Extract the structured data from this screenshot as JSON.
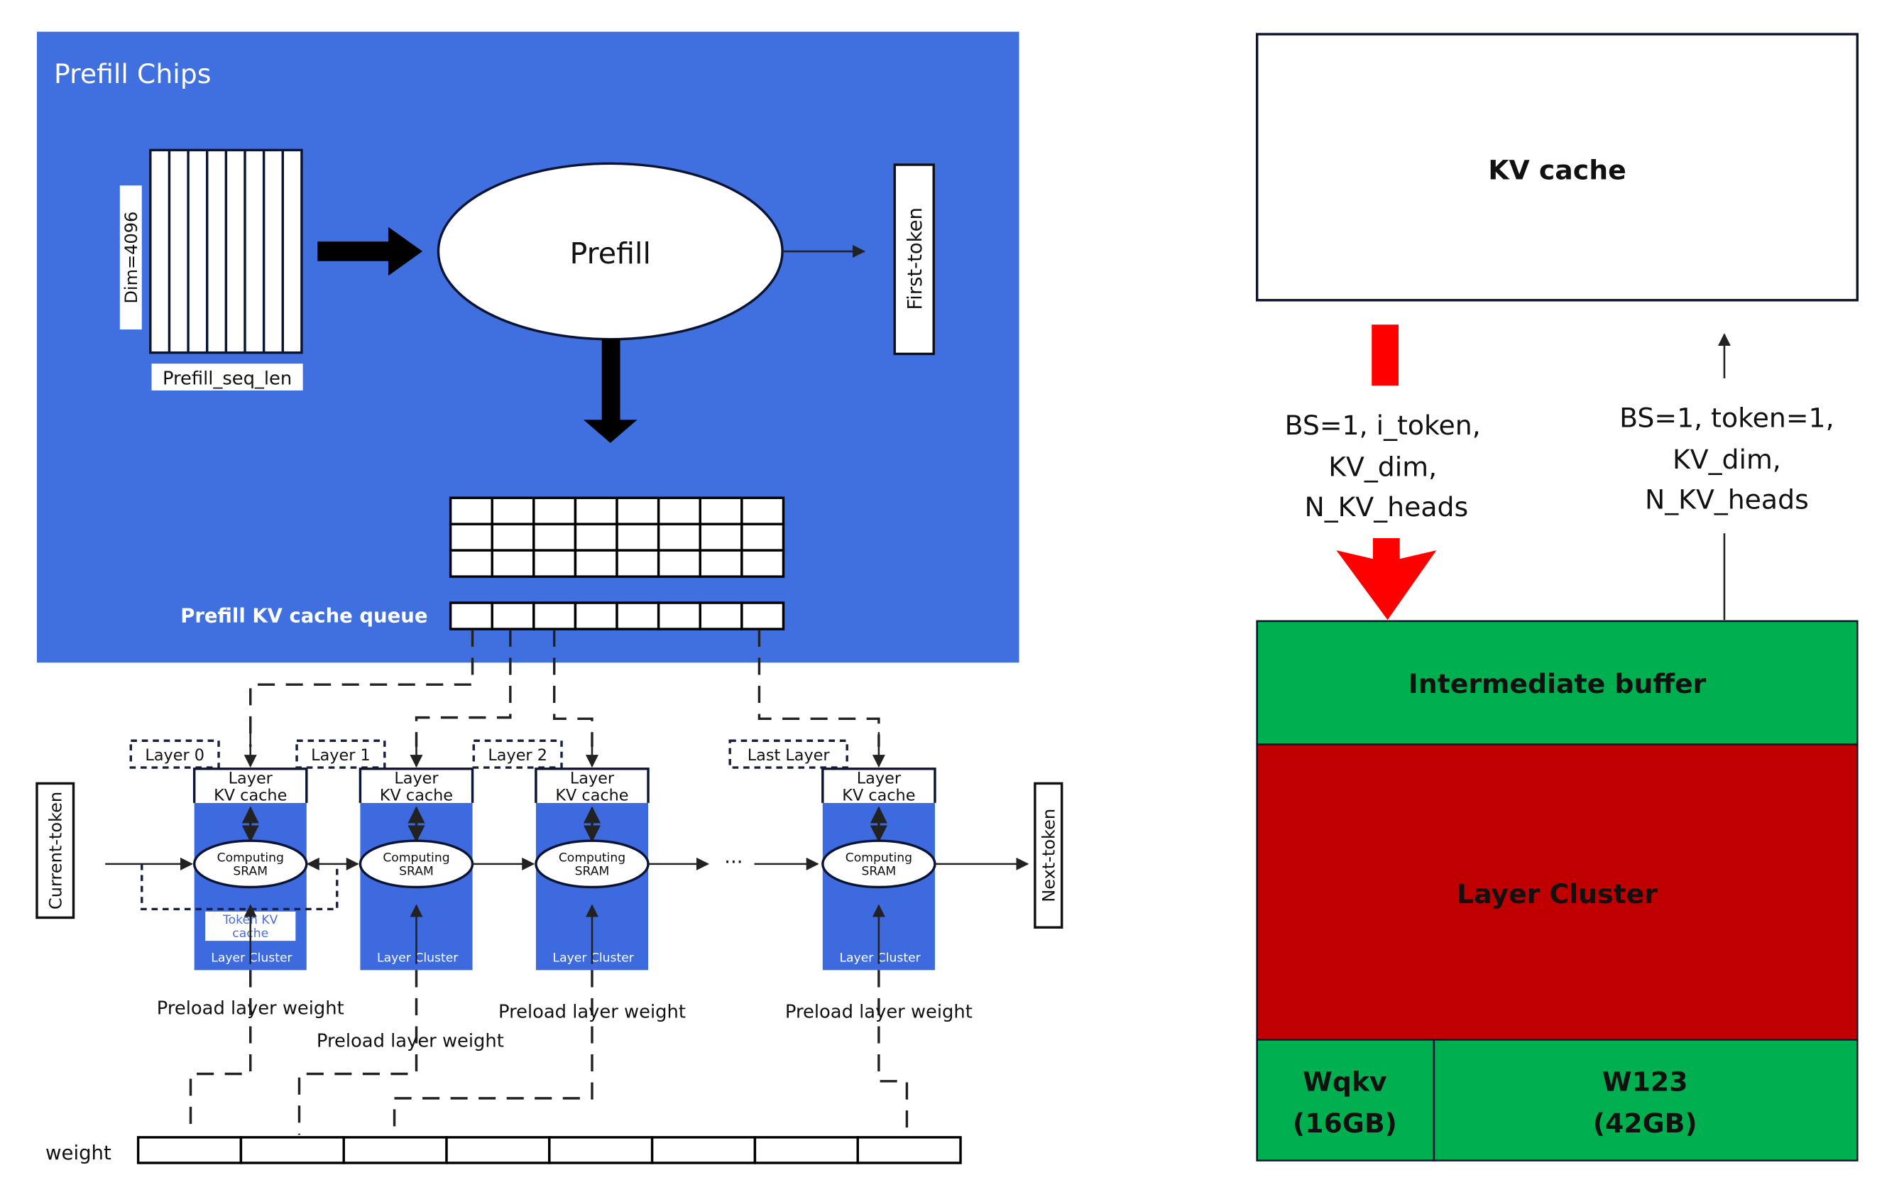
{
  "colors": {
    "prefill_blue": "#4070e0",
    "layer_blue": "#3e6ae0",
    "green": "#00b050",
    "dark_red": "#c00000",
    "red_arrow": "#ff0000",
    "outline": "#0b1533",
    "token_kv_text": "#4a6fd6"
  },
  "prefill": {
    "title": "Prefill Chips",
    "dim_label": "Dim=4096",
    "seq_label": "Prefill_seq_len",
    "prefill_node": "Prefill",
    "first_token": "First-token",
    "kv_queue_label": "Prefill KV cache queue",
    "input_columns": 8,
    "kv_grid_rows": 3,
    "kv_grid_cols": 8,
    "queue_cells": 8
  },
  "decode": {
    "current_token": "Current-token",
    "next_token": "Next-token",
    "ellipsis": "···",
    "layers": [
      {
        "tag": "Layer 0",
        "kv_line1": "Layer",
        "kv_line2": "KV cache",
        "sram_line1": "Computing",
        "sram_line2": "SRAM",
        "cluster": "Layer Cluster",
        "preload": "Preload layer weight",
        "token_kv_line1": "Token KV",
        "token_kv_line2": "cache"
      },
      {
        "tag": "Layer 1",
        "kv_line1": "Layer",
        "kv_line2": "KV cache",
        "sram_line1": "Computing",
        "sram_line2": "SRAM",
        "cluster": "Layer Cluster",
        "preload": "Preload layer weight"
      },
      {
        "tag": "Layer 2",
        "kv_line1": "Layer",
        "kv_line2": "KV cache",
        "sram_line1": "Computing",
        "sram_line2": "SRAM",
        "cluster": "Layer Cluster",
        "preload": "Preload layer weight"
      },
      {
        "tag": "Last Layer",
        "kv_line1": "Layer",
        "kv_line2": "KV cache",
        "sram_line1": "Computing",
        "sram_line2": "SRAM",
        "cluster": "Layer Cluster",
        "preload": "Preload layer weight"
      }
    ],
    "weight_label": "weight",
    "weight_cells": 8
  },
  "memory": {
    "kv_cache": "KV cache",
    "write_label": [
      "BS=1, i_token,",
      "KV_dim,",
      "N_KV_heads"
    ],
    "read_label": [
      "BS=1, token=1,",
      "KV_dim,",
      "N_KV_heads"
    ],
    "intermediate_buffer": "Intermediate buffer",
    "layer_cluster": "Layer Cluster",
    "wqkv_name": "Wqkv",
    "wqkv_size": "(16GB)",
    "w123_name": "W123",
    "w123_size": "(42GB)"
  }
}
